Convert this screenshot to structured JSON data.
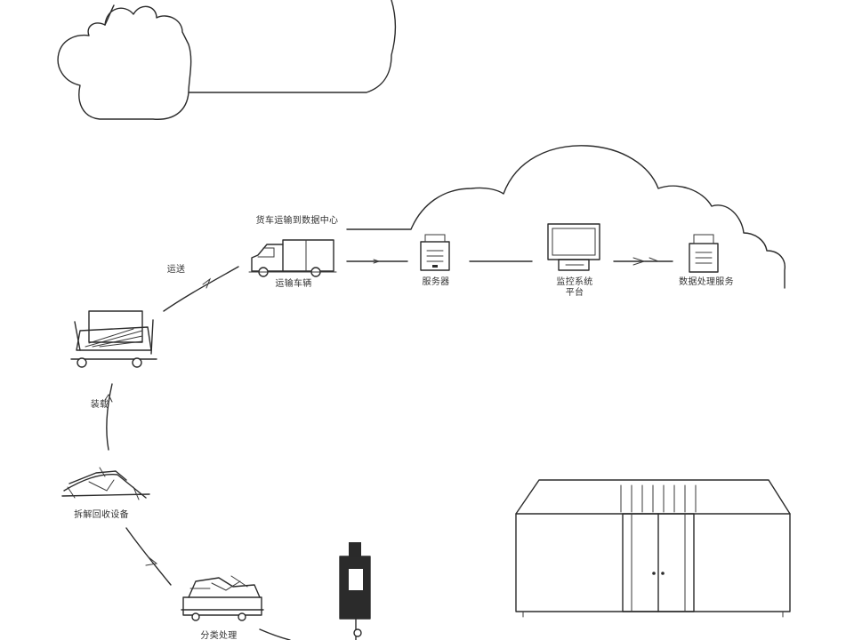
{
  "labels": {
    "truck_title": "货车运输到数据中心",
    "truck_caption": "运输车辆",
    "server_left": "服务器",
    "monitor": "监控系统",
    "monitor_line2": "平台",
    "server_right": "数据处理服务",
    "arrow_upper": "运送",
    "arrow_mid": "装载",
    "recycle_station": "拆解回收设备",
    "cart": "分类处理"
  },
  "icons": [
    "cloud-icon",
    "truck-icon",
    "server-icon",
    "monitor-icon",
    "forklift-icon",
    "dismantle-icon",
    "cart-icon",
    "stacker-icon",
    "warehouse-icon"
  ]
}
